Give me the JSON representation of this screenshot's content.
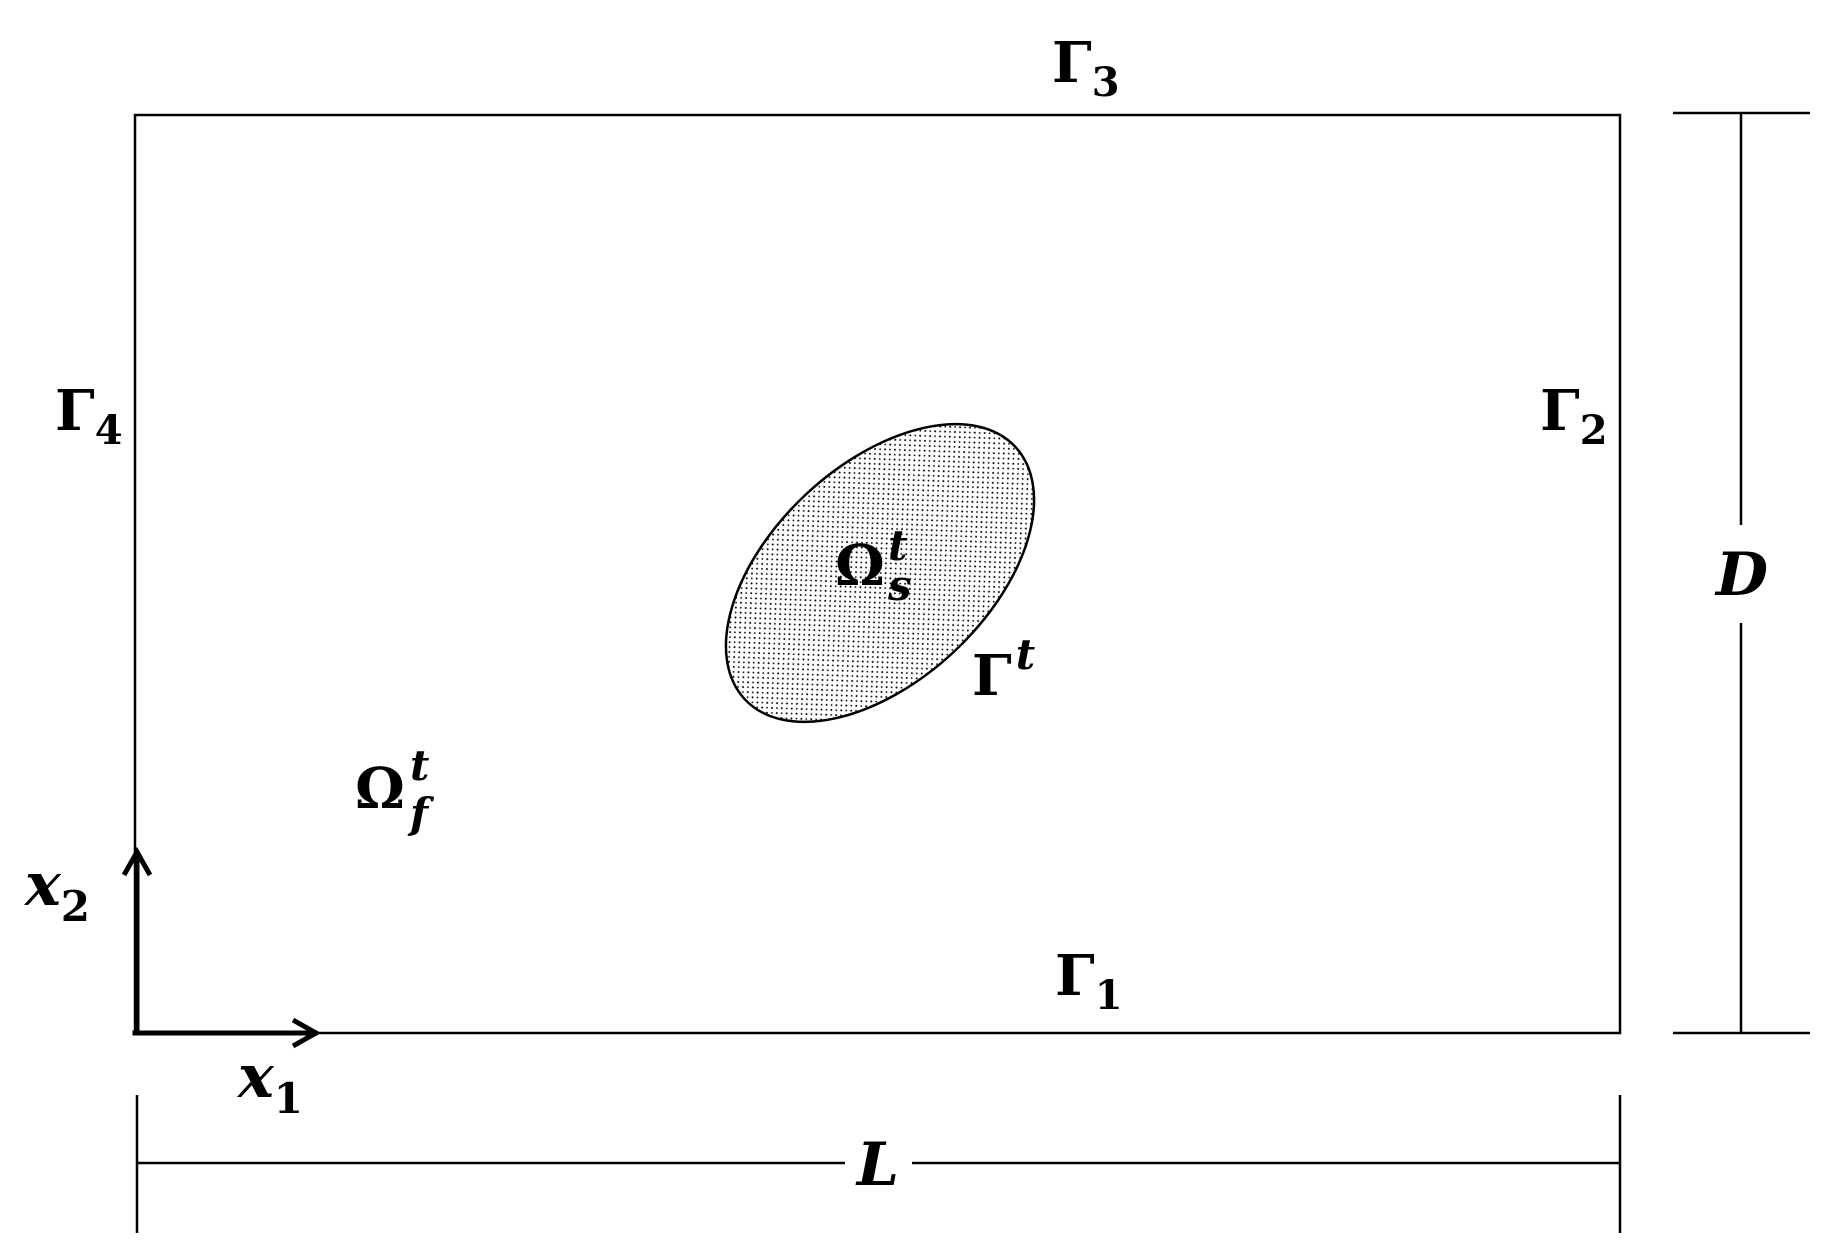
{
  "boundaries": {
    "gamma_bottom": {
      "base": "Γ",
      "sub": "1"
    },
    "gamma_right": {
      "base": "Γ",
      "sub": "2"
    },
    "gamma_top": {
      "base": "Γ",
      "sub": "3"
    },
    "gamma_left": {
      "base": "Γ",
      "sub": "4"
    },
    "gamma_interface": {
      "base": "Γ",
      "sup": "t"
    }
  },
  "domains": {
    "solid": {
      "base": "Ω",
      "sup": "t",
      "sub": "s"
    },
    "fluid": {
      "base": "Ω",
      "sup": "t",
      "sub": "f"
    }
  },
  "axes": {
    "x1": {
      "base": "x",
      "sub": "1"
    },
    "x2": {
      "base": "x",
      "sub": "2"
    }
  },
  "dimensions": {
    "length": "L",
    "height": "D"
  },
  "colors": {
    "stroke": "#000000",
    "background": "#ffffff",
    "stipple": "#000000"
  }
}
